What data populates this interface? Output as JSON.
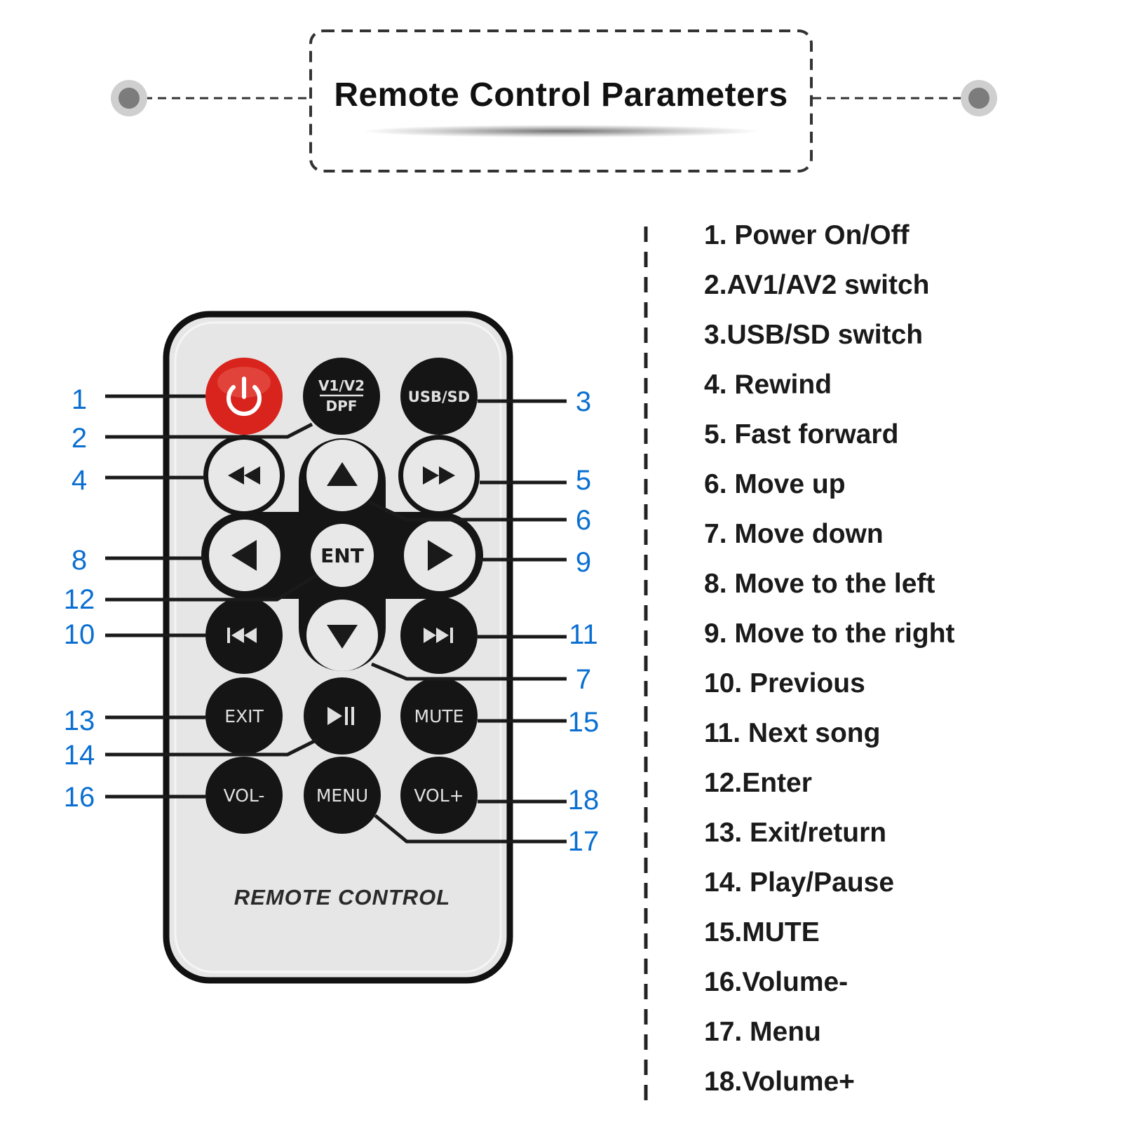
{
  "title": "Remote Control Parameters",
  "remote": {
    "brand_text": "REMOTE CONTROL",
    "buttons": {
      "power": "",
      "av": "V1/V2",
      "av_sub": "DPF",
      "usb_sd": "USB/SD",
      "enter": "ENT",
      "exit": "EXIT",
      "mute": "MUTE",
      "vol_minus": "VOL-",
      "menu": "MENU",
      "vol_plus": "VOL+"
    }
  },
  "callouts": [
    "1",
    "2",
    "3",
    "4",
    "5",
    "6",
    "7",
    "8",
    "9",
    "10",
    "11",
    "12",
    "13",
    "14",
    "15",
    "16",
    "17",
    "18"
  ],
  "legend": [
    "1. Power On/Off",
    "2.AV1/AV2 switch",
    "3.USB/SD switch",
    "4. Rewind",
    "5. Fast forward",
    "6. Move up",
    "7. Move down",
    "8. Move to the left",
    "9. Move to the right",
    "10. Previous",
    "11. Next song",
    "12.Enter",
    "13. Exit/return",
    "14. Play/Pause",
    "15.MUTE",
    "16.Volume-",
    "17. Menu",
    "18.Volume+"
  ],
  "colors": {
    "callout_blue": "#0a6fd1",
    "power_red": "#d8241c",
    "remote_body": "#e6e6e6",
    "button_dark": "#151515",
    "button_light": "#e8e8e8"
  }
}
